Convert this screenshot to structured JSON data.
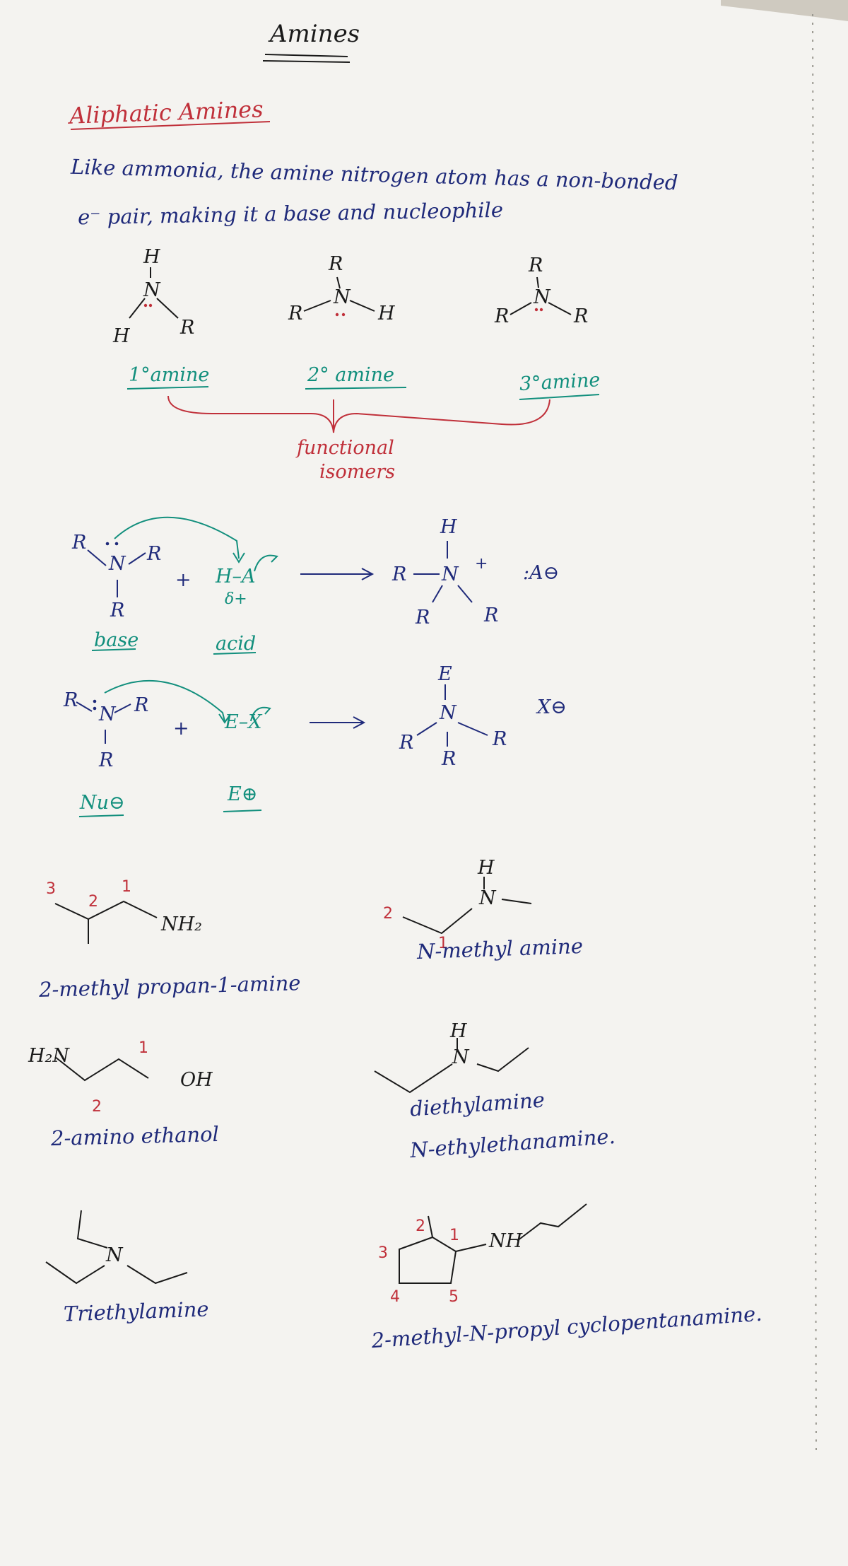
{
  "page": {
    "title": "Amines",
    "section_heading": "Aliphatic Amines",
    "intro_line1": "Like ammonia, the amine nitrogen atom has a non-bonded",
    "intro_line2": "e⁻ pair, making it a base and nucleophile"
  },
  "amine_types": {
    "primary": "1°amine",
    "secondary": "2° amine",
    "tertiary": "3°amine",
    "group_label_line1": "functional",
    "group_label_line2": "isomers",
    "atoms": {
      "N": "N",
      "H": "H",
      "R": "R"
    }
  },
  "acid_base_reaction": {
    "base_label": "base",
    "acid_label": "acid",
    "reagent": "H–A",
    "partial_charge": "δ+",
    "plus": "+",
    "product_counter_ion": ":A⊖",
    "N": "N",
    "R": "R",
    "H": "H",
    "A": "A"
  },
  "nucleophile_reaction": {
    "nu_label": "Nu⊖",
    "e_label": "E⊕",
    "reagent": "E–X",
    "product_counter_ion": "X⊖",
    "plus": "+",
    "N": "N",
    "R": "R",
    "E": "E"
  },
  "examples": [
    {
      "name": "2-methyl propan-1-amine",
      "group": "NH₂",
      "locants": [
        "3",
        "2",
        "1"
      ]
    },
    {
      "name": "N-methyl amine",
      "group": "N",
      "H": "H",
      "locants": [
        "2",
        "1"
      ]
    },
    {
      "name": "2-amino ethanol",
      "group_left": "H₂N",
      "group_right": "OH",
      "locants": [
        "1",
        "2"
      ]
    },
    {
      "name": "diethylamine",
      "name2": "N-ethylethanamine.",
      "group": "N",
      "H": "H"
    },
    {
      "name": "Triethylamine",
      "group": "N"
    },
    {
      "name": "2-methyl-N-propyl cyclopentanamine.",
      "group": "NH",
      "locants": [
        "2",
        "1",
        "3",
        "4",
        "5"
      ]
    }
  ],
  "colors": {
    "ink_blue": "#1f2a7a",
    "ink_red": "#c0303a",
    "ink_teal": "#128f7d",
    "ink_black": "#1a1a1a",
    "paper": "#f4f3f0"
  }
}
